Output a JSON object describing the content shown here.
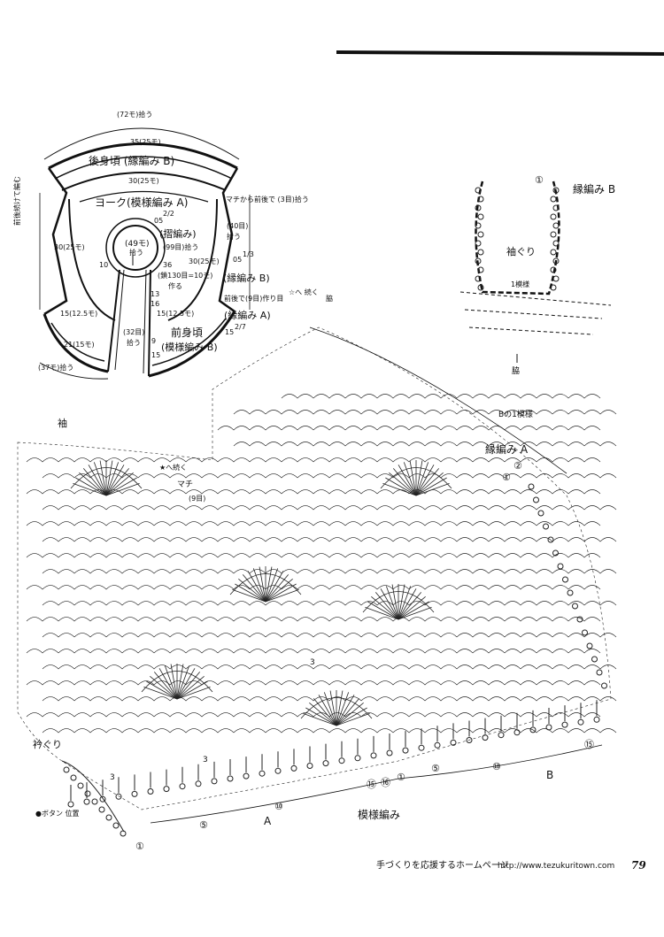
{
  "diagram": {
    "labels": {
      "circ_72": "(72モ)拾う",
      "circ_35": "35(25モ)",
      "back_body": "後身頃 (縁編み B)",
      "circ_30_top": "30(25モ)",
      "yoke": "ヨーク(模様編み A)",
      "gusset_pick": "マチから前後で (3目)拾う",
      "rows_40": "(40目)",
      "pick_40": "拾う",
      "len_05": "05",
      "frac_05": "2/2",
      "pleat": "(摺編み)",
      "pleat_rows": "(99目)拾う",
      "center_49": "(49モ)",
      "center_pick": "拾う",
      "ten": "10",
      "mark_36": "36",
      "cast": "(鎖130目=10モ)",
      "make": "作る",
      "side_30": "30(25モ)",
      "side_05": "05",
      "side_frac": "1/3",
      "border_b": "(縁編み B)",
      "pick_9": "前後で(9目)作り目",
      "border_a": "(縁編み A)",
      "len_15": "15",
      "frac_15": "2/7",
      "left_30": "30(25モ)",
      "front_back_note": "前後続けて編む",
      "left_15": "15(12.5モ)",
      "front_15": "15(12.5モ)",
      "front_body": "前身頃",
      "front_pattern": "(模様編み B)",
      "left_21": "21(15モ)",
      "f_32": "(32目)",
      "f_pick": "拾う",
      "circ_37": "(37モ)拾う",
      "n9": "9",
      "n15": "15",
      "n13": "13",
      "n16": "16"
    },
    "sleeve_inset": {
      "border_b": "縁編み B",
      "circle1": "①",
      "sleeve": "袖ぐり",
      "pattern1": "1模様",
      "side": "脇"
    },
    "main": {
      "continue_star_outline": "☆へ 続く",
      "side_top": "脇",
      "b_pattern": "Bの1模様",
      "border_a": "縁編み A",
      "c1": "①",
      "c2": "②",
      "sleeve": "袖",
      "continue_star": "★へ続く",
      "gusset": "マチ",
      "rows_9": "(9目)",
      "neckline": "衿ぐり",
      "button": "●ボタン 位置",
      "c1b": "①",
      "c5a": "⑤",
      "A": "A",
      "c10a": "⑩",
      "pattern": "模様編み",
      "c15a": "⑮",
      "c16": "⑯",
      "c1c": "①",
      "c5b": "⑤",
      "c10b": "⑩",
      "B": "B",
      "c15b": "⑮",
      "n3": "3"
    }
  },
  "footer": {
    "site_text": "手づくりを応援するホームページ",
    "url": "http://www.tezukuritown.com",
    "page_number": "79"
  }
}
